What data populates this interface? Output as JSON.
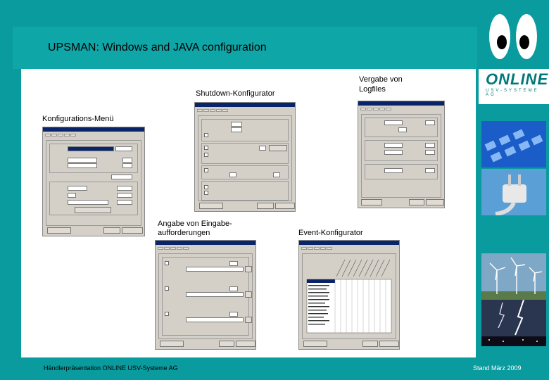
{
  "slide": {
    "title": "UPSMAN: Windows and JAVA configuration",
    "footer_left": "Händlerpräsentation ONLINE USV-Systeme AG",
    "footer_right": "Stand März 2009"
  },
  "logo": {
    "name": "ONLINE",
    "tagline": "USV-SYSTEME AG"
  },
  "labels": {
    "config_menu": "Konfigurations-Menü",
    "shutdown": "Shutdown-Konfigurator",
    "logfiles_1": "Vergabe von",
    "logfiles_2": "Logfiles",
    "prompts_1": "Angabe von Eingabe-",
    "prompts_2": "aufforderungen",
    "event": "Event-Konfigurator"
  },
  "colors": {
    "teal": "#0a9b9e",
    "title_bar": "#0fa6a8",
    "window_face": "#d4d0c8",
    "window_title": "#0a246a"
  },
  "photos": [
    "keyboard-photo",
    "power-plug-photo",
    "wind-turbines-photo",
    "lightning-city-photo"
  ]
}
